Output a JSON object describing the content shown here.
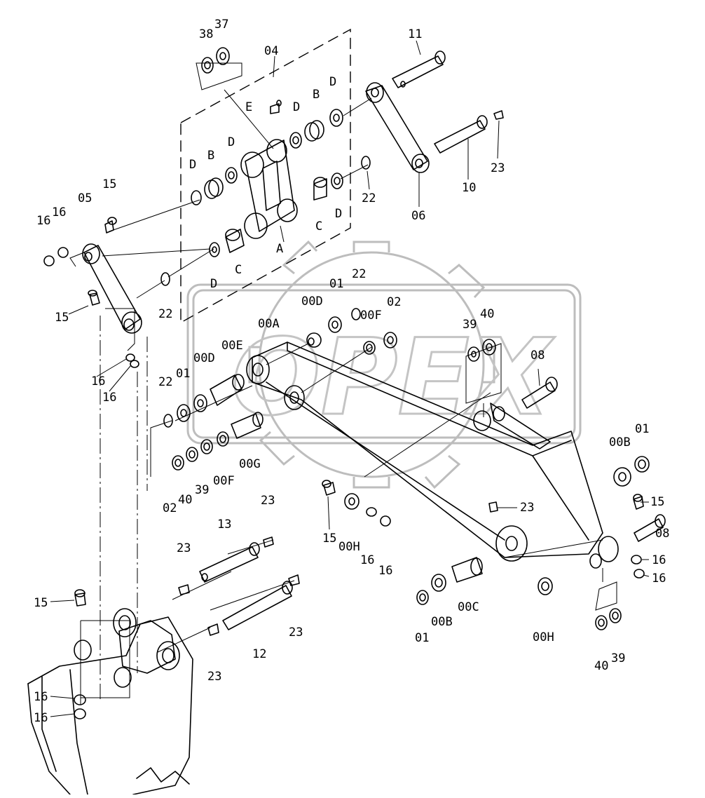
{
  "watermark": {
    "text": "OPEX"
  },
  "labels": [
    {
      "id": "lbl-38",
      "text": "38"
    },
    {
      "id": "lbl-37",
      "text": "37"
    },
    {
      "id": "lbl-04",
      "text": "04"
    },
    {
      "id": "lbl-11",
      "text": "11"
    },
    {
      "id": "lbl-E",
      "text": "E"
    },
    {
      "id": "lbl-D1",
      "text": "D"
    },
    {
      "id": "lbl-B1",
      "text": "B"
    },
    {
      "id": "lbl-D2",
      "text": "D"
    },
    {
      "id": "lbl-D3",
      "text": "D"
    },
    {
      "id": "lbl-B2",
      "text": "B"
    },
    {
      "id": "lbl-D4",
      "text": "D"
    },
    {
      "id": "lbl-23a",
      "text": "23"
    },
    {
      "id": "lbl-10",
      "text": "10"
    },
    {
      "id": "lbl-22a",
      "text": "22"
    },
    {
      "id": "lbl-06",
      "text": "06"
    },
    {
      "id": "lbl-15a",
      "text": "15"
    },
    {
      "id": "lbl-05",
      "text": "05"
    },
    {
      "id": "lbl-16a",
      "text": "16"
    },
    {
      "id": "lbl-16b",
      "text": "16"
    },
    {
      "id": "lbl-C1",
      "text": "C"
    },
    {
      "id": "lbl-D5",
      "text": "D"
    },
    {
      "id": "lbl-A",
      "text": "A"
    },
    {
      "id": "lbl-C2",
      "text": "C"
    },
    {
      "id": "lbl-D6",
      "text": "D"
    },
    {
      "id": "lbl-15b",
      "text": "15"
    },
    {
      "id": "lbl-22b",
      "text": "22"
    },
    {
      "id": "lbl-22c",
      "text": "22"
    },
    {
      "id": "lbl-00D1",
      "text": "00D"
    },
    {
      "id": "lbl-01a",
      "text": "01"
    },
    {
      "id": "lbl-02a",
      "text": "02"
    },
    {
      "id": "lbl-00F1",
      "text": "00F"
    },
    {
      "id": "lbl-00A",
      "text": "00A"
    },
    {
      "id": "lbl-40a",
      "text": "40"
    },
    {
      "id": "lbl-39a",
      "text": "39"
    },
    {
      "id": "lbl-08a",
      "text": "08"
    },
    {
      "id": "lbl-16c",
      "text": "16"
    },
    {
      "id": "lbl-16d",
      "text": "16"
    },
    {
      "id": "lbl-00E",
      "text": "00E"
    },
    {
      "id": "lbl-00D2",
      "text": "00D"
    },
    {
      "id": "lbl-01b",
      "text": "01"
    },
    {
      "id": "lbl-22d",
      "text": "22"
    },
    {
      "id": "lbl-01c",
      "text": "01"
    },
    {
      "id": "lbl-00B1",
      "text": "00B"
    },
    {
      "id": "lbl-00G",
      "text": "00G"
    },
    {
      "id": "lbl-02b",
      "text": "02"
    },
    {
      "id": "lbl-40b",
      "text": "40"
    },
    {
      "id": "lbl-39b",
      "text": "39"
    },
    {
      "id": "lbl-00F2",
      "text": "00F"
    },
    {
      "id": "lbl-15c",
      "text": "15"
    },
    {
      "id": "lbl-08b",
      "text": "08"
    },
    {
      "id": "lbl-23b",
      "text": "23"
    },
    {
      "id": "lbl-13",
      "text": "13"
    },
    {
      "id": "lbl-23c",
      "text": "23"
    },
    {
      "id": "lbl-15d",
      "text": "15"
    },
    {
      "id": "lbl-00H1",
      "text": "00H"
    },
    {
      "id": "lbl-16e",
      "text": "16"
    },
    {
      "id": "lbl-16f",
      "text": "16"
    },
    {
      "id": "lbl-23d",
      "text": "23"
    },
    {
      "id": "lbl-16g",
      "text": "16"
    },
    {
      "id": "lbl-16h",
      "text": "16"
    },
    {
      "id": "lbl-15e",
      "text": "15"
    },
    {
      "id": "lbl-23e",
      "text": "23"
    },
    {
      "id": "lbl-12",
      "text": "12"
    },
    {
      "id": "lbl-23f",
      "text": "23"
    },
    {
      "id": "lbl-01d",
      "text": "01"
    },
    {
      "id": "lbl-00B2",
      "text": "00B"
    },
    {
      "id": "lbl-00C",
      "text": "00C"
    },
    {
      "id": "lbl-00H2",
      "text": "00H"
    },
    {
      "id": "lbl-40c",
      "text": "40"
    },
    {
      "id": "lbl-39c",
      "text": "39"
    },
    {
      "id": "lbl-16i",
      "text": "16"
    },
    {
      "id": "lbl-16j",
      "text": "16"
    }
  ]
}
